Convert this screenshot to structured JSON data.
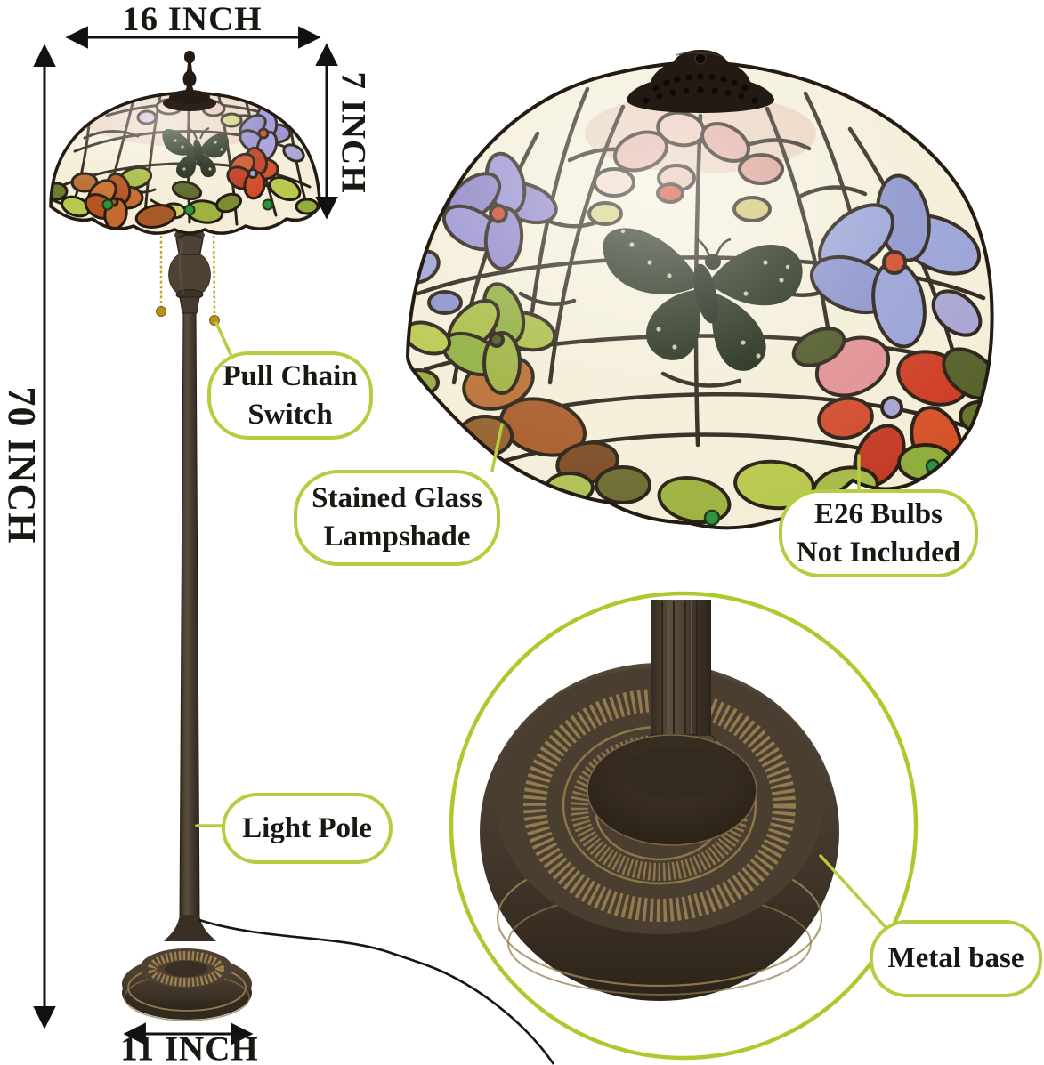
{
  "dimensions": {
    "shade_width": "16 INCH",
    "shade_height": "7 INCH",
    "lamp_height": "70 INCH",
    "base_width": "11 INCH"
  },
  "callouts": {
    "pull_chain_switch": "Pull Chain Switch",
    "stained_glass_lampshade": "Stained Glass Lampshade",
    "e26_bulbs": "E26 Bulbs Not Included",
    "light_pole": "Light Pole",
    "metal_base": "Metal base"
  },
  "colors": {
    "callout_border": "#b5cd3e",
    "zoom_circle": "#aec92e",
    "annotation_text": "#1b1713",
    "arrow": "#111111",
    "glass_cream": "#f4eed8",
    "bronze_dark": "#3f342a",
    "gold": "#b0945c",
    "jewel_green": "#2f9140"
  }
}
